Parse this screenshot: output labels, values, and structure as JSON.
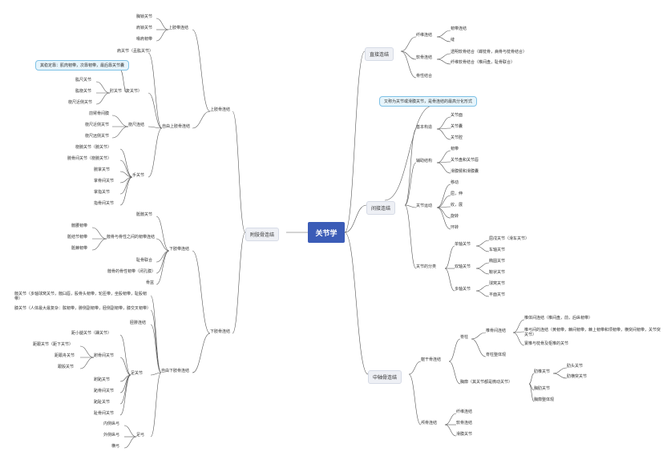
{
  "root": "关节学",
  "branches": {
    "zhijie": "直接连结",
    "jianjie": "间接连结",
    "zhouti": "中轴骨连结",
    "fushu": "附肢骨连结"
  },
  "zhijie": {
    "xianwei": "纤维连结",
    "xianwei_items": [
      "韧带连结",
      "缝"
    ],
    "ruangu": "软骨连结",
    "ruangu_items": [
      "透明软骨结合（蝶枕骨，病骨与枕骨结合）",
      "纤维软骨结合（椎间盘，耻骨联合）"
    ],
    "gu": "骨性结合"
  },
  "jianjie": {
    "callout": "又称为关节或滑膜关节，是骨连结的最高分化形式",
    "jiben": "基本构造",
    "jiben_items": [
      "关节面",
      "关节囊",
      "关节腔"
    ],
    "fuzhu": "辅助结构",
    "fuzhu_items": [
      "韧带",
      "关节盘和关节唇",
      "滑膜襞和滑膜囊"
    ],
    "yundong": "关节运动",
    "yundong_items": [
      "移动",
      "屈，伸",
      "收，展",
      "旋转",
      "环转"
    ],
    "fenlei": "关节的分类",
    "danzhou": "单轴关节",
    "danzhou_items": [
      "屈戌关节（滑车关节）",
      "车轴关节"
    ],
    "shuangzhou": "双轴关节",
    "shuangzhou_items": [
      "椭圆关节",
      "鞍状关节"
    ],
    "duozhou": "多轴关节",
    "duozhou_items": [
      "球窝关节",
      "平面关节"
    ]
  },
  "zhouti": {
    "qugan": "躯干骨连结",
    "zhuigu": "脊柱",
    "zhuigu_lianjie": "椎骨间连结",
    "zhuigu_lianjie_items": [
      "椎体间连结（椎间盘，前，后纵韧带）",
      "椎弓间的连结（黄韧带，棘间韧带，棘上韧带和项韧带，横突间韧带，关节突关节）",
      "寰椎与枕骨及枢椎的关节"
    ],
    "zhenti": "脊柱整体观",
    "xionglong": "胸廓（其关节都是微动关节）",
    "leigu": "肋椎关节",
    "leigu_items": [
      "肋头关节",
      "肋横突关节"
    ],
    "xionglei": "胸肋关节",
    "xionglong_zhenti": "胸廓整体观",
    "lugu": "颅骨连结",
    "lugu_items": [
      "纤维连结",
      "软骨连结",
      "滑膜关节"
    ]
  },
  "fushu": {
    "shangzhi": "上肢骨连结",
    "shangzhi_dai": "上肢带连结",
    "shangzhi_dai_items": [
      "胸锁关节",
      "肩锁关节",
      "喙肩韧带"
    ],
    "ziyou_shang": "自由上肢骨连结",
    "jian": "肩关节（盂肱关节）",
    "callout": "其稳定靠：肌肉韧带，次靠韧带，最后靠关节囊",
    "zhou": "肘关节（复关节）",
    "zhou_items": [
      "肱尺关节",
      "肱桡关节",
      "桡尺近侧关节"
    ],
    "qianbi": "桡尺连结",
    "qianbi_items": [
      "前臂骨间膜",
      "桡尺近侧关节",
      "桡尺远侧关节"
    ],
    "shou": "手关节",
    "shou_items": [
      "桡腕关节（腕关节）",
      "腕骨间关节（桡腕关节）",
      "腕掌关节",
      "掌骨间关节",
      "掌指关节",
      "指骨间关节"
    ],
    "xiazhi": "下肢骨连结",
    "xiazhi_dai": "下肢带连结",
    "dai_items_a": "骶髂关节",
    "ren": "髋骨与骨性之间的韧带连结",
    "ren_items": [
      "髂腰韧带",
      "骶结节韧带",
      "骶棘韧带"
    ],
    "dai_items_b": [
      "耻骨联合",
      "髋骨的骨性韧带（闭孔膜）",
      "骨盆"
    ],
    "ziyou_xia": "自由下肢骨连结",
    "kuan": "髋关节（多轴球窝关节，髋臼唇，股骨头韧带，轮匝带，坐股韧带，耻股韧带）",
    "xi": "膝关节（人体最大最复杂：髌韧带，腓侧副韧带，胫侧副韧带，膝交叉韧带）",
    "jing": "胫腓连结",
    "zu": "足关节",
    "zu_items": [
      "距小腿关节（踝关节）",
      "跗骨间关节",
      "跗跖关节",
      "跖骨间关节",
      "跖趾关节",
      "趾骨间关节"
    ],
    "zu_sub": [
      "距跟关节（距下关节）",
      "距跟舟关节",
      "跟骰关节"
    ],
    "zugong": "足弓",
    "zugong_items": [
      "内侧纵弓",
      "外侧纵弓",
      "横弓"
    ]
  }
}
